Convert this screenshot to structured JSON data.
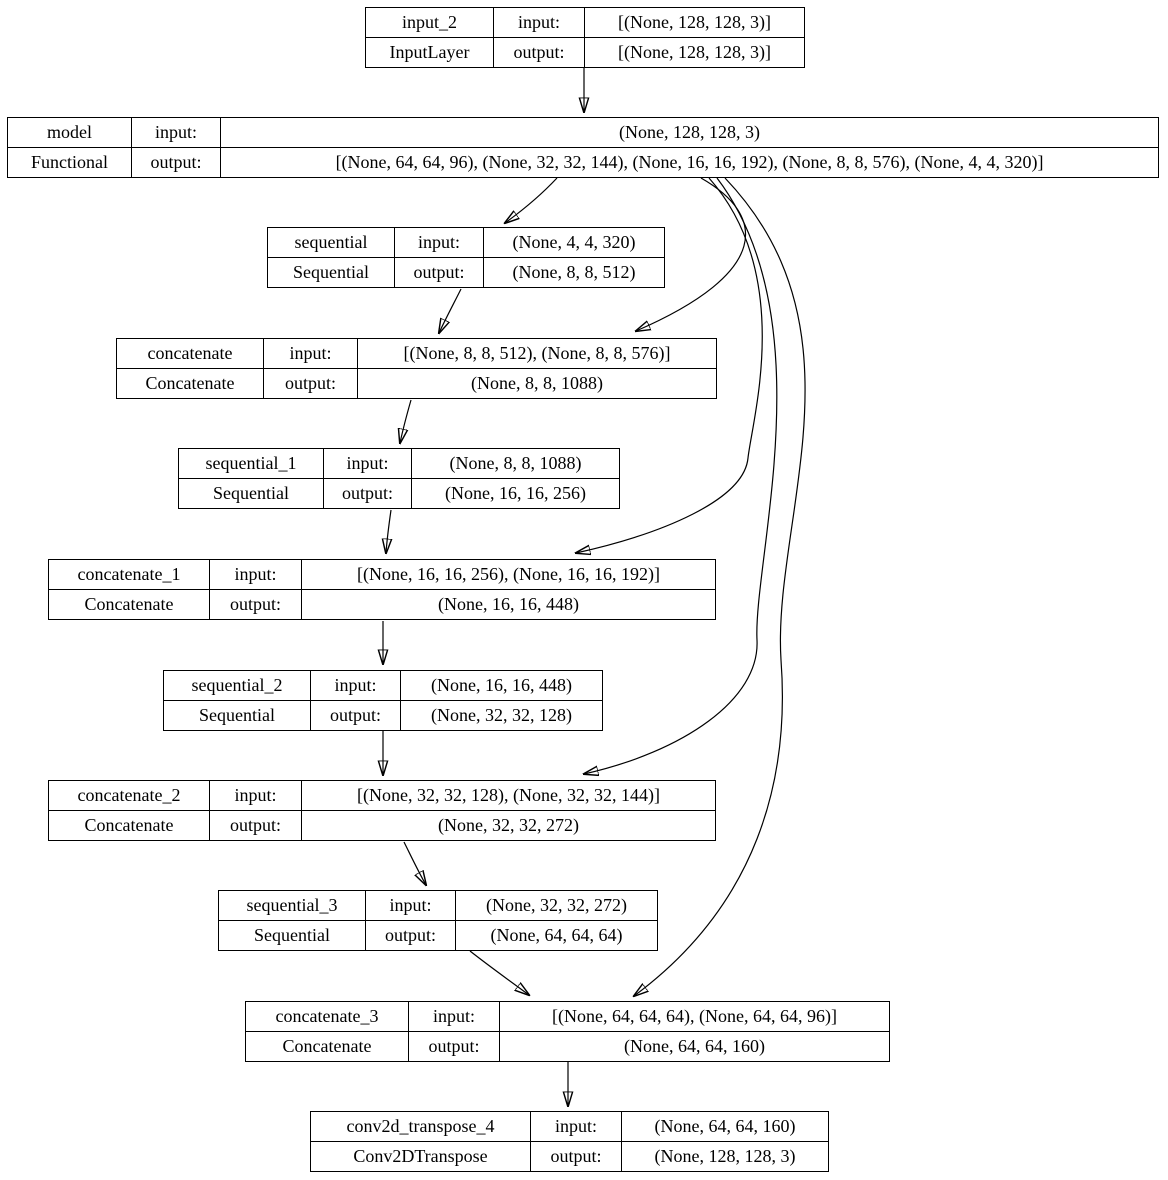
{
  "labels": {
    "input": "input:",
    "output": "output:"
  },
  "colors": {
    "border": "#000000",
    "background": "#ffffff",
    "text": "#000000"
  },
  "nodes": [
    {
      "name": "input_2",
      "type": "InputLayer",
      "input": "[(None, 128, 128, 3)]",
      "output": "[(None, 128, 128, 3)]"
    },
    {
      "name": "model",
      "type": "Functional",
      "input": "(None, 128, 128, 3)",
      "output": "[(None, 64, 64, 96), (None, 32, 32, 144), (None, 16, 16, 192), (None, 8, 8, 576), (None, 4, 4, 320)]"
    },
    {
      "name": "sequential",
      "type": "Sequential",
      "input": "(None, 4, 4, 320)",
      "output": "(None, 8, 8, 512)"
    },
    {
      "name": "concatenate",
      "type": "Concatenate",
      "input": "[(None, 8, 8, 512), (None, 8, 8, 576)]",
      "output": "(None, 8, 8, 1088)"
    },
    {
      "name": "sequential_1",
      "type": "Sequential",
      "input": "(None, 8, 8, 1088)",
      "output": "(None, 16, 16, 256)"
    },
    {
      "name": "concatenate_1",
      "type": "Concatenate",
      "input": "[(None, 16, 16, 256), (None, 16, 16, 192)]",
      "output": "(None, 16, 16, 448)"
    },
    {
      "name": "sequential_2",
      "type": "Sequential",
      "input": "(None, 16, 16, 448)",
      "output": "(None, 32, 32, 128)"
    },
    {
      "name": "concatenate_2",
      "type": "Concatenate",
      "input": "[(None, 32, 32, 128), (None, 32, 32, 144)]",
      "output": "(None, 32, 32, 272)"
    },
    {
      "name": "sequential_3",
      "type": "Sequential",
      "input": "(None, 32, 32, 272)",
      "output": "(None, 64, 64, 64)"
    },
    {
      "name": "concatenate_3",
      "type": "Concatenate",
      "input": "[(None, 64, 64, 64), (None, 64, 64, 96)]",
      "output": "(None, 64, 64, 160)"
    },
    {
      "name": "conv2d_transpose_4",
      "type": "Conv2DTranspose",
      "input": "(None, 64, 64, 160)",
      "output": "(None, 128, 128, 3)"
    }
  ],
  "edges": [
    {
      "from": "input_2",
      "to": "model"
    },
    {
      "from": "model",
      "to": "sequential"
    },
    {
      "from": "model",
      "to": "concatenate"
    },
    {
      "from": "sequential",
      "to": "concatenate"
    },
    {
      "from": "concatenate",
      "to": "sequential_1"
    },
    {
      "from": "model",
      "to": "concatenate_1"
    },
    {
      "from": "sequential_1",
      "to": "concatenate_1"
    },
    {
      "from": "concatenate_1",
      "to": "sequential_2"
    },
    {
      "from": "model",
      "to": "concatenate_2"
    },
    {
      "from": "sequential_2",
      "to": "concatenate_2"
    },
    {
      "from": "concatenate_2",
      "to": "sequential_3"
    },
    {
      "from": "sequential_3",
      "to": "concatenate_3"
    },
    {
      "from": "model",
      "to": "concatenate_3"
    },
    {
      "from": "concatenate_3",
      "to": "conv2d_transpose_4"
    }
  ]
}
